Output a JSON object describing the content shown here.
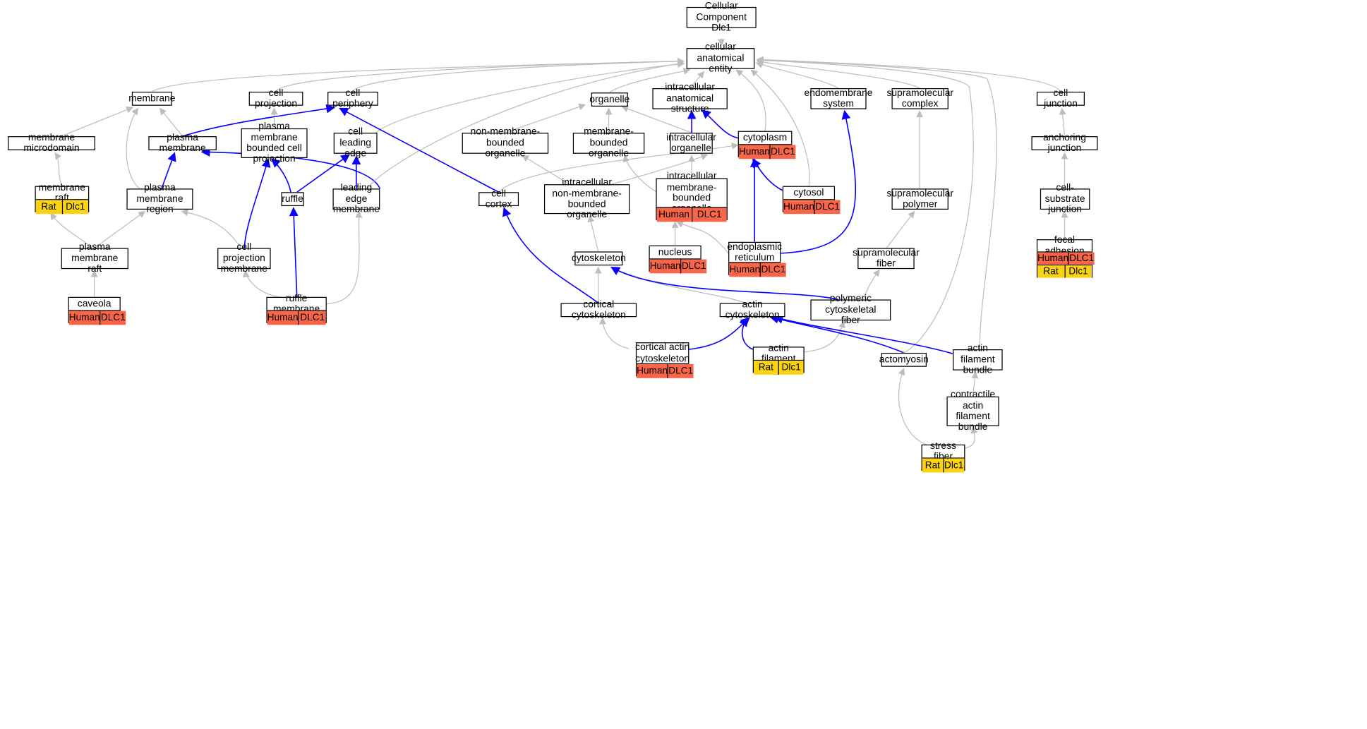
{
  "diagram": {
    "colors": {
      "is_a_edge": "#bdbdbd",
      "part_of_edge": "#0a00ff",
      "human": "#f96549",
      "rat": "#fad313"
    },
    "nodes": {
      "root": {
        "label": "Cellular Component\nDlc1"
      },
      "cae": {
        "label": "cellular anatomical\nentity"
      },
      "membrane": {
        "label": "membrane"
      },
      "cell_projection": {
        "label": "cell projection"
      },
      "cell_periphery": {
        "label": "cell periphery"
      },
      "organelle": {
        "label": "organelle"
      },
      "intra_struct": {
        "label": "intracellular\nanatomical structure"
      },
      "endomembrane": {
        "label": "endomembrane\nsystem"
      },
      "supra_complex": {
        "label": "supramolecular\ncomplex"
      },
      "cell_junction": {
        "label": "cell junction"
      },
      "mem_microdomain": {
        "label": "membrane microdomain"
      },
      "plasma_membrane": {
        "label": "plasma membrane"
      },
      "pm_bounded_proj": {
        "label": "plasma membrane\nbounded cell\nprojection"
      },
      "cell_leading_edge": {
        "label": "cell leading\nedge"
      },
      "non_mem_organelle": {
        "label": "non-membrane-bounded\norganelle"
      },
      "mem_organelle": {
        "label": "membrane-bounded\norganelle"
      },
      "intra_organelle": {
        "label": "intracellular\norganelle"
      },
      "cytoplasm": {
        "label": "cytoplasm",
        "badges": [
          "Human",
          "DLC1"
        ]
      },
      "anchoring_junction": {
        "label": "anchoring junction"
      },
      "membrane_raft": {
        "label": "membrane raft",
        "badges": [
          "Rat",
          "Dlc1"
        ]
      },
      "pm_region": {
        "label": "plasma membrane\nregion"
      },
      "ruffle": {
        "label": "ruffle"
      },
      "leading_edge_mem": {
        "label": "leading edge\nmembrane"
      },
      "cell_cortex": {
        "label": "cell cortex"
      },
      "intra_non_mem": {
        "label": "intracellular\nnon-membrane-bounded\norganelle"
      },
      "intra_mem_org": {
        "label": "intracellular\nmembrane-bounded\norganelle",
        "badges": [
          "Human",
          "DLC1"
        ]
      },
      "cytosol": {
        "label": "cytosol",
        "badges": [
          "Human",
          "DLC1"
        ]
      },
      "supra_polymer": {
        "label": "supramolecular\npolymer"
      },
      "cell_substrate": {
        "label": "cell-substrate\njunction"
      },
      "pm_raft": {
        "label": "plasma membrane\nraft"
      },
      "cell_proj_mem": {
        "label": "cell projection\nmembrane"
      },
      "cytoskeleton": {
        "label": "cytoskeleton"
      },
      "nucleus": {
        "label": "nucleus",
        "badges": [
          "Human",
          "DLC1"
        ]
      },
      "er": {
        "label": "endoplasmic\nreticulum",
        "badges": [
          "Human",
          "DLC1"
        ]
      },
      "supra_fiber": {
        "label": "supramolecular\nfiber"
      },
      "focal_adhesion": {
        "label": "focal adhesion",
        "badges": [
          "Human",
          "DLC1"
        ],
        "badges2": [
          "Rat",
          "Dlc1"
        ]
      },
      "caveola": {
        "label": "caveola",
        "badges": [
          "Human",
          "DLC1"
        ]
      },
      "ruffle_membrane": {
        "label": "ruffle membrane",
        "badges": [
          "Human",
          "DLC1"
        ]
      },
      "cortical_cyto": {
        "label": "cortical cytoskeleton"
      },
      "actin_cyto": {
        "label": "actin cytoskeleton"
      },
      "poly_cyto_fiber": {
        "label": "polymeric cytoskeletal\nfiber"
      },
      "cortical_actin": {
        "label": "cortical actin\ncytoskeleton",
        "badges": [
          "Human",
          "DLC1"
        ]
      },
      "actin_filament": {
        "label": "actin filament",
        "badges": [
          "Rat",
          "Dlc1"
        ]
      },
      "actomyosin": {
        "label": "actomyosin"
      },
      "afb": {
        "label": "actin filament\nbundle"
      },
      "contractile_afb": {
        "label": "contractile\nactin filament\nbundle"
      },
      "stress_fiber": {
        "label": "stress fiber",
        "badges": [
          "Rat",
          "Dlc1"
        ]
      }
    }
  }
}
